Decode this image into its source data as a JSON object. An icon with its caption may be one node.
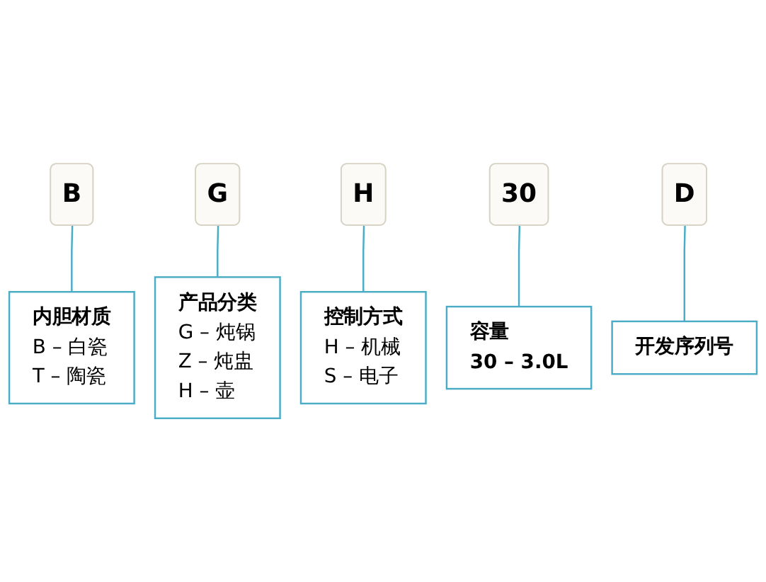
{
  "diagram": {
    "nodes": [
      {
        "text": [
          "B"
        ]
      },
      {
        "text": [
          "G"
        ]
      },
      {
        "text": [
          "H"
        ]
      },
      {
        "text": [
          "30"
        ]
      },
      {
        "text": [
          "D"
        ]
      },
      {
        "text": [
          "开发序列号"
        ]
      },
      {
        "text": [
          "容量",
          "30 – 3.0L"
        ]
      },
      {
        "text": [
          "控制方式",
          "H – 机械",
          "S – 电子"
        ]
      },
      {
        "text": [
          "产品分类",
          "G – 炖锅",
          "Z – 炖盅",
          "H – 壶"
        ]
      },
      {
        "text": [
          "内胆材质",
          "B – 白瓷",
          "T – 陶瓷"
        ]
      }
    ],
    "edges": [
      {
        "from": 0,
        "to": 9,
        "arrow": "none"
      },
      {
        "from": 1,
        "to": 8,
        "arrow": "none"
      },
      {
        "from": 2,
        "to": 7,
        "arrow": "none"
      },
      {
        "from": 3,
        "to": 6,
        "arrow": "none"
      },
      {
        "from": 4,
        "to": 5,
        "arrow": "none"
      }
    ]
  }
}
